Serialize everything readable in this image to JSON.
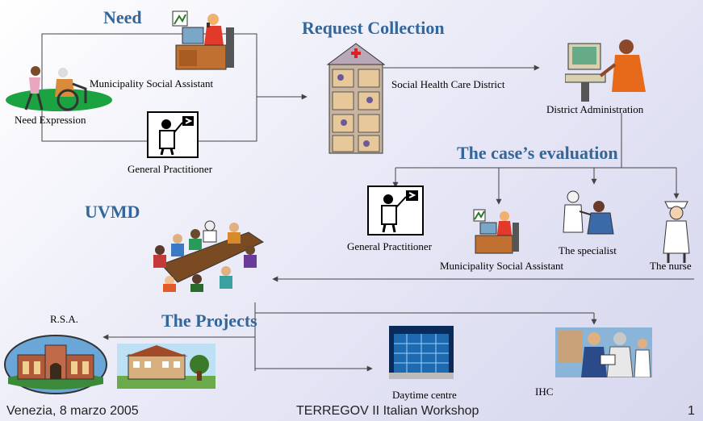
{
  "headings": {
    "need": "Need",
    "request_collection": "Request Collection",
    "case_evaluation": "The case’s evaluation",
    "uvmd": "UVMD",
    "projects": "The Projects"
  },
  "labels": {
    "municipality_assistant_top": "Municipality Social Assistant",
    "need_expression": "Need Expression",
    "general_practitioner_top": "General Practitioner",
    "social_health_district": "Social Health Care District",
    "district_administration": "District Administration",
    "general_practitioner_eval": "General Practitioner",
    "specialist": "The specialist",
    "municipality_assistant_eval": "Municipality Social Assistant",
    "nurse": "The nurse",
    "rsa": "R.S.A.",
    "daytime_centre": "Daytime centre",
    "ihc": "IHC"
  },
  "footer": {
    "place_date": "Venezia, 8 marzo 2005",
    "workshop": "TERREGOV II Italian Workshop",
    "page": "1"
  },
  "colors": {
    "heading": "#33669a",
    "lines": "#444444"
  }
}
